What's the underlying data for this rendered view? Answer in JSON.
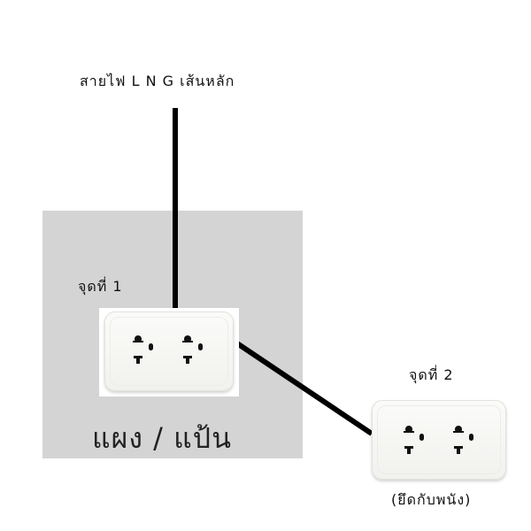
{
  "labels": {
    "main_line": "สายไฟ L N G เส้นหลัก",
    "point1": "จุดที่ 1",
    "point2": "จุดที่ 2",
    "panel": "แผง / แป้น",
    "point2_note": "(ยึดกับพนัง)"
  },
  "colors": {
    "panel": "#d4d4d4",
    "wire": "#000000",
    "outlet_plate": "#f6f6f3",
    "background": "#ffffff"
  },
  "icons": [
    "double-outlet-icon",
    "double-outlet-icon"
  ]
}
